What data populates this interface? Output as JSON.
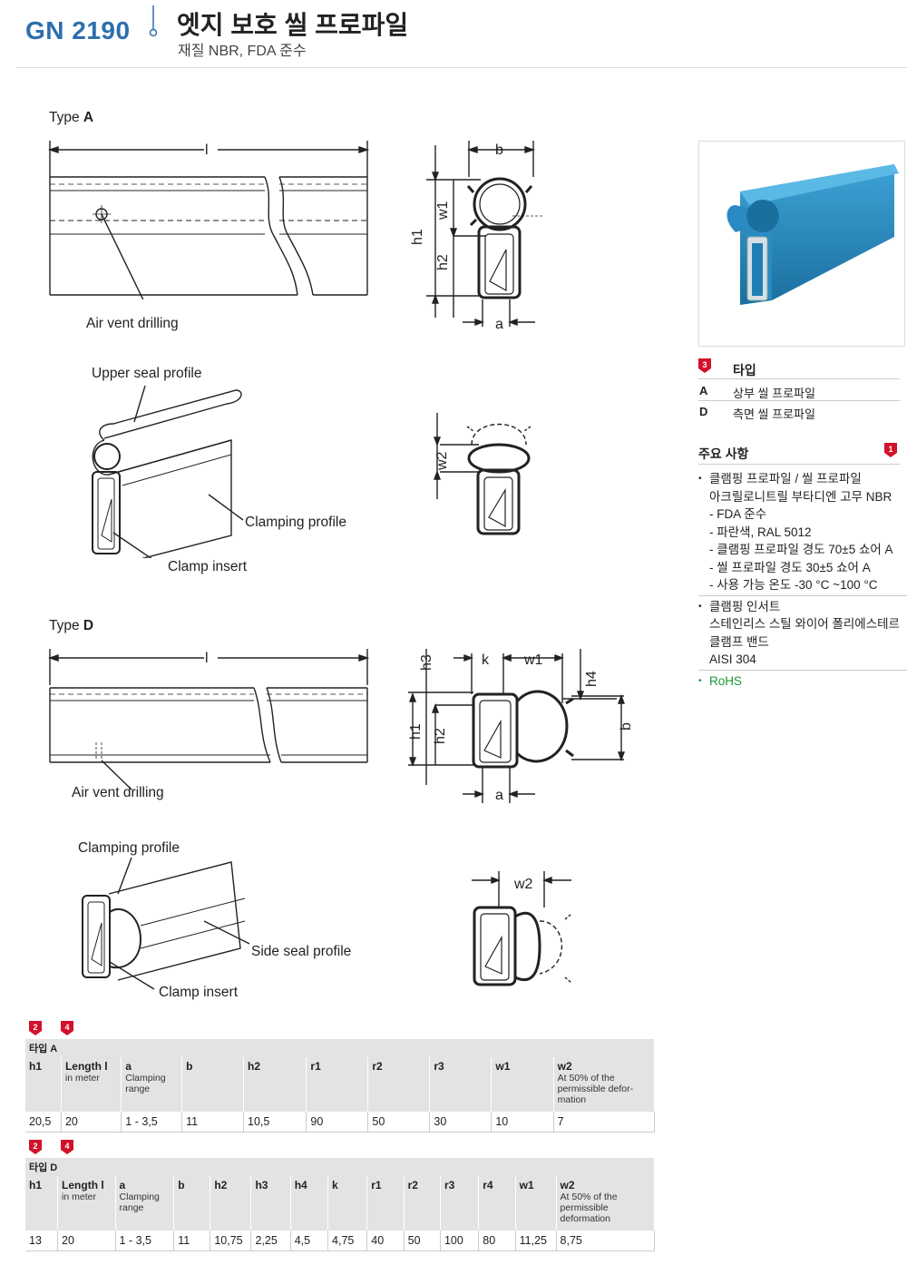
{
  "header": {
    "code": "GN 2190",
    "title": "엣지 보호 씰 프로파일",
    "subtitle": "재질 NBR, FDA 준수"
  },
  "drawings": {
    "type_a_label": "Type",
    "type_a_letter": "A",
    "type_d_label": "Type",
    "type_d_letter": "D",
    "dim_l": "l",
    "dim_b": "b",
    "dim_a": "a",
    "dim_w1": "w1",
    "dim_w2": "w2",
    "dim_h1": "h1",
    "dim_h2": "h2",
    "dim_h3": "h3",
    "dim_h4": "h4",
    "dim_k": "k",
    "air_vent_a": "Air vent drilling",
    "upper_seal": "Upper seal profile",
    "clamping_profile_a": "Clamping profile",
    "clamp_insert_a": "Clamp insert",
    "air_vent_d": "Air vent drilling",
    "clamping_profile_d": "Clamping profile",
    "side_seal": "Side seal profile",
    "clamp_insert_d": "Clamp insert"
  },
  "sidebar": {
    "type_badge": "3",
    "type_heading": "타입",
    "types": [
      {
        "code": "A",
        "desc": "상부 씰 프로파일"
      },
      {
        "code": "D",
        "desc": "측면 씰 프로파일"
      }
    ],
    "notes_heading": "주요 사항",
    "notes_badge": "1",
    "notes": [
      "클램핑 프로파일 / 씰 프로파일",
      "아크릴로니트릴 부타디엔 고무 NBR",
      "- FDA 준수",
      "- 파란색, RAL 5012",
      "- 클램핑 프로파일 경도 70±5 쇼어 A",
      "- 씰 프로파일 경도 30±5 쇼어 A",
      "- 사용 가능 온도 -30 °C ~100 °C",
      "클램핑 인서트",
      "스테인리스 스틸 와이어 폴리에스테르",
      "클램프 밴드",
      "AISI 304",
      "RoHS"
    ]
  },
  "colors": {
    "brand_blue": "#2d6fae",
    "badge_red": "#d2112b",
    "rohs_green": "#1a9a3a",
    "profile_blue": "#1f7fb5"
  },
  "table_a": {
    "badges": [
      "2",
      "4"
    ],
    "caption": "타입 A",
    "headers": [
      {
        "main": "h1",
        "sub": ""
      },
      {
        "main": "Length l",
        "sub": "in meter"
      },
      {
        "main": "a",
        "sub": "Clamping range"
      },
      {
        "main": "b",
        "sub": ""
      },
      {
        "main": "h2",
        "sub": ""
      },
      {
        "main": "r1",
        "sub": ""
      },
      {
        "main": "r2",
        "sub": ""
      },
      {
        "main": "r3",
        "sub": ""
      },
      {
        "main": "w1",
        "sub": ""
      },
      {
        "main": "w2",
        "sub": "At 50% of the permissible defor- mation"
      }
    ],
    "rows": [
      [
        "20,5",
        "20",
        "1 - 3,5",
        "11",
        "10,5",
        "90",
        "50",
        "30",
        "10",
        "7"
      ]
    ]
  },
  "table_d": {
    "badges": [
      "2",
      "4"
    ],
    "caption": "타입 D",
    "headers": [
      {
        "main": "h1",
        "sub": ""
      },
      {
        "main": "Length l",
        "sub": "in meter"
      },
      {
        "main": "a",
        "sub": "Clamping range"
      },
      {
        "main": "b",
        "sub": ""
      },
      {
        "main": "h2",
        "sub": ""
      },
      {
        "main": "h3",
        "sub": ""
      },
      {
        "main": "h4",
        "sub": ""
      },
      {
        "main": "k",
        "sub": ""
      },
      {
        "main": "r1",
        "sub": ""
      },
      {
        "main": "r2",
        "sub": ""
      },
      {
        "main": "r3",
        "sub": ""
      },
      {
        "main": "r4",
        "sub": ""
      },
      {
        "main": "w1",
        "sub": ""
      },
      {
        "main": "w2",
        "sub": "At 50% of the permissible deformation"
      }
    ],
    "rows": [
      [
        "13",
        "20",
        "1 - 3,5",
        "11",
        "10,75",
        "2,25",
        "4,5",
        "4,75",
        "40",
        "50",
        "100",
        "80",
        "11,25",
        "8,75"
      ]
    ]
  }
}
